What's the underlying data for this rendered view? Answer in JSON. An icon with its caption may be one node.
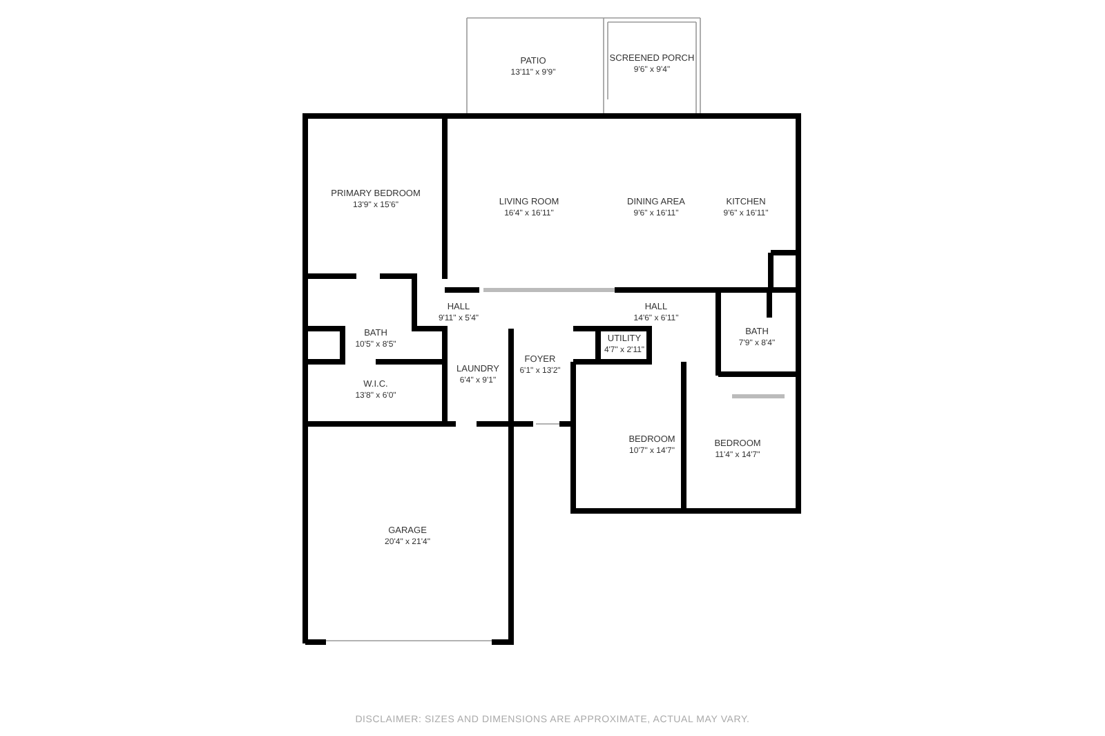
{
  "diagram": {
    "nodes": [
      {
        "text": [
          "PATIO",
          "13'11\" x 9'9\""
        ]
      },
      {
        "text": [
          "SCREENED PORCH",
          "9'6\" x 9'4\""
        ]
      },
      {
        "text": [
          "PRIMARY BEDROOM",
          "13'9\" x 15'6\""
        ]
      },
      {
        "text": [
          "LIVING ROOM",
          "16'4\" x 16'11\""
        ]
      },
      {
        "text": [
          "DINING AREA",
          "9'6\" x 16'11\""
        ]
      },
      {
        "text": [
          "KITCHEN",
          "9'6\" x 16'11\""
        ]
      },
      {
        "text": [
          "HALL",
          "9'11\" x 5'4\""
        ]
      },
      {
        "text": [
          "HALL",
          "14'6\" x 6'11\""
        ]
      },
      {
        "text": [
          "BATH",
          "10'5\" x 8'5\""
        ]
      },
      {
        "text": [
          "UTILITY",
          "4'7\" x 2'11\""
        ]
      },
      {
        "text": [
          "BATH",
          "7'9\" x 8'4\""
        ]
      },
      {
        "text": [
          "W.I.C.",
          "13'8\" x 6'0\""
        ]
      },
      {
        "text": [
          "LAUNDRY",
          "6'4\" x 9'1\""
        ]
      },
      {
        "text": [
          "FOYER",
          "6'1\" x 13'2\""
        ]
      },
      {
        "text": [
          "BEDROOM",
          "10'7\" x 14'7\""
        ]
      },
      {
        "text": [
          "BEDROOM",
          "11'4\" x 14'7\""
        ]
      },
      {
        "text": [
          "GARAGE",
          "20'4\" x 21'4\""
        ]
      }
    ],
    "labels": [
      "DISCLAIMER: SIZES AND DIMENSIONS ARE APPROXIMATE, ACTUAL MAY VARY."
    ]
  }
}
